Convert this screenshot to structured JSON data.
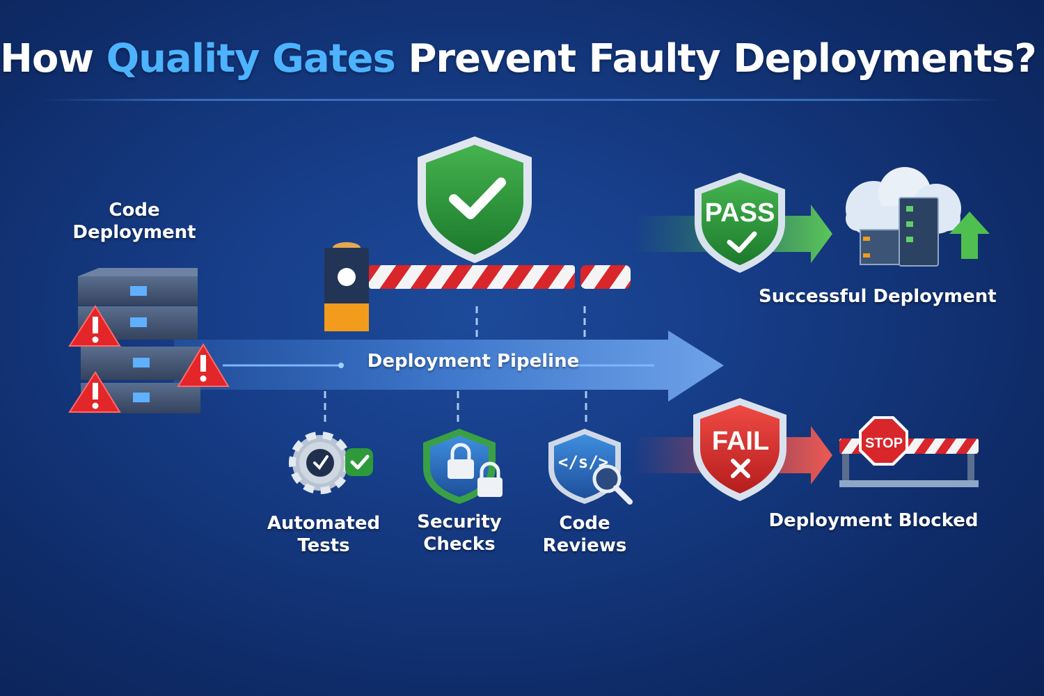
{
  "title": {
    "prefix": "How ",
    "highlight": "Quality Gates",
    "suffix": " Prevent Faulty Deployments?"
  },
  "source": {
    "line1": "Code",
    "line2": "Deployment"
  },
  "pipeline": {
    "label": "Deployment Pipeline"
  },
  "checks": [
    {
      "line1": "Automated",
      "line2": "Tests",
      "icon": "gear-check-icon"
    },
    {
      "line1": "Security",
      "line2": "Checks",
      "icon": "shield-lock-icon"
    },
    {
      "line1": "Code",
      "line2": "Reviews",
      "icon": "code-review-icon"
    }
  ],
  "pass": {
    "badge": "PASS",
    "label": "Successful Deployment"
  },
  "fail": {
    "badge": "FAIL",
    "sign": "STOP",
    "label": "Deployment Blocked"
  },
  "colors": {
    "highlight": "#4db3ff",
    "pass": "#2e9a3e",
    "fail": "#d42a2a",
    "pipeline": "#4a86d8"
  }
}
